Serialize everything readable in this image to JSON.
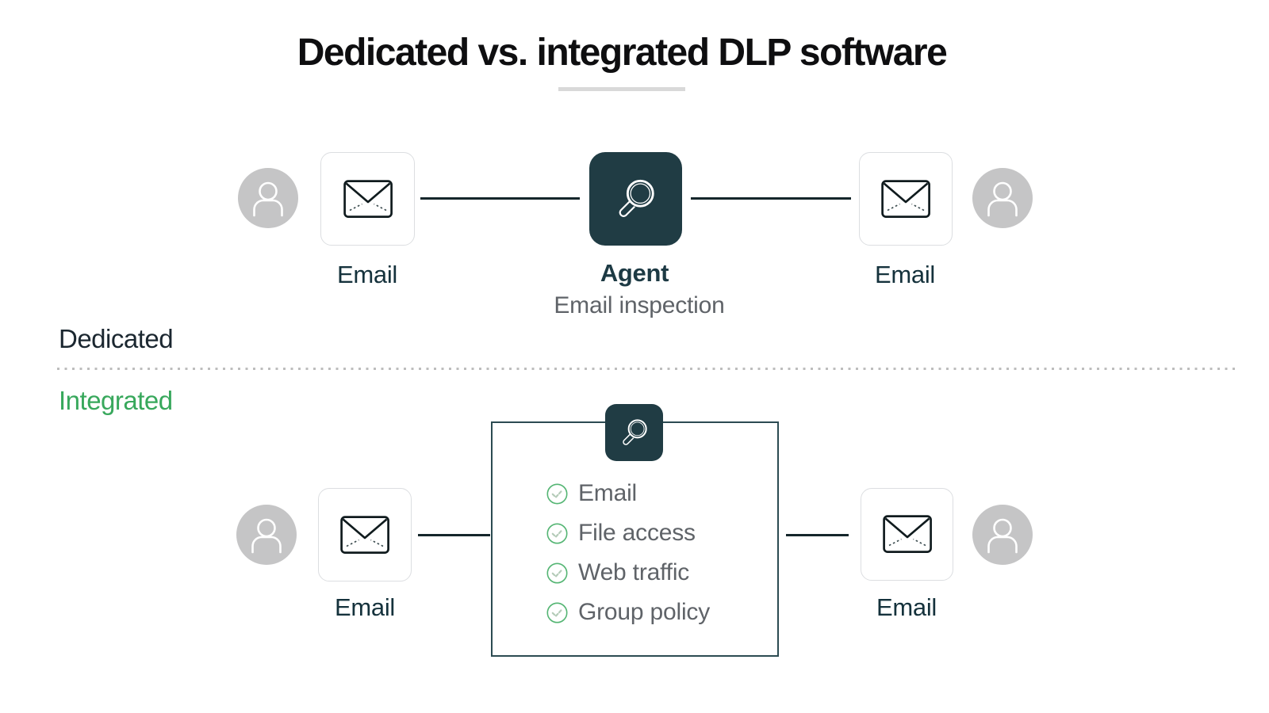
{
  "title": {
    "text": "Dedicated vs. integrated DLP software"
  },
  "dedicated": {
    "section_label": "Dedicated",
    "left_email_label": "Email",
    "agent": {
      "label": "Agent",
      "sublabel": "Email inspection"
    },
    "right_email_label": "Email"
  },
  "integrated": {
    "section_label": "Integrated",
    "left_email_label": "Email",
    "checklist": [
      "Email",
      "File access",
      "Web traffic",
      "Group policy"
    ],
    "right_email_label": "Email"
  },
  "icons": {
    "avatar": "person-icon",
    "email": "envelope-icon",
    "agent": "magnifier-icon",
    "checklist_bullet": "check-circle-icon"
  },
  "colors": {
    "accent_dark_teal": "#203c44",
    "agent_text": "#1d3a44",
    "email_label_text": "#15323c",
    "section_dedicated_text": "#1b2730",
    "section_integrated_green": "#38a85c",
    "gray_text": "#5f6368",
    "avatar_gray": "#c5c5c6",
    "node_border_gray": "#dcdee1",
    "big_box_border": "#2c4b52",
    "connector_line": "#15262b",
    "divider_dots": "#bdbdbd",
    "title_underline": "#d9d9d9",
    "check_circle_green": "#54b573",
    "check_mark_light_green": "#b5ccb9"
  }
}
